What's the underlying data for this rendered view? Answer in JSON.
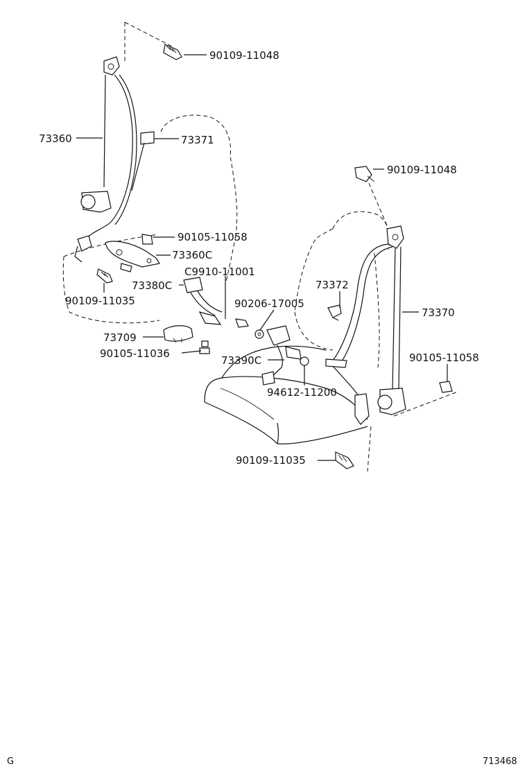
{
  "labels": {
    "l_90109_11048_a": "90109-11048",
    "l_73360": "73360",
    "l_73371": "73371",
    "l_90109_11048_b": "90109-11048",
    "l_90105_11058_a": "90105-11058",
    "l_73360c": "73360C",
    "l_c9910_11001": "C9910-11001",
    "l_73380c": "73380C",
    "l_73372": "73372",
    "l_90109_11035_a": "90109-11035",
    "l_90206_17005": "90206-17005",
    "l_73370": "73370",
    "l_73709": "73709",
    "l_90105_11036": "90105-11036",
    "l_73390c": "73390C",
    "l_90105_11058_b": "90105-11058",
    "l_94612_11200": "94612-11200",
    "l_90109_11035_b": "90109-11035"
  },
  "footer": {
    "left_code": "G",
    "right_code": "713468"
  }
}
